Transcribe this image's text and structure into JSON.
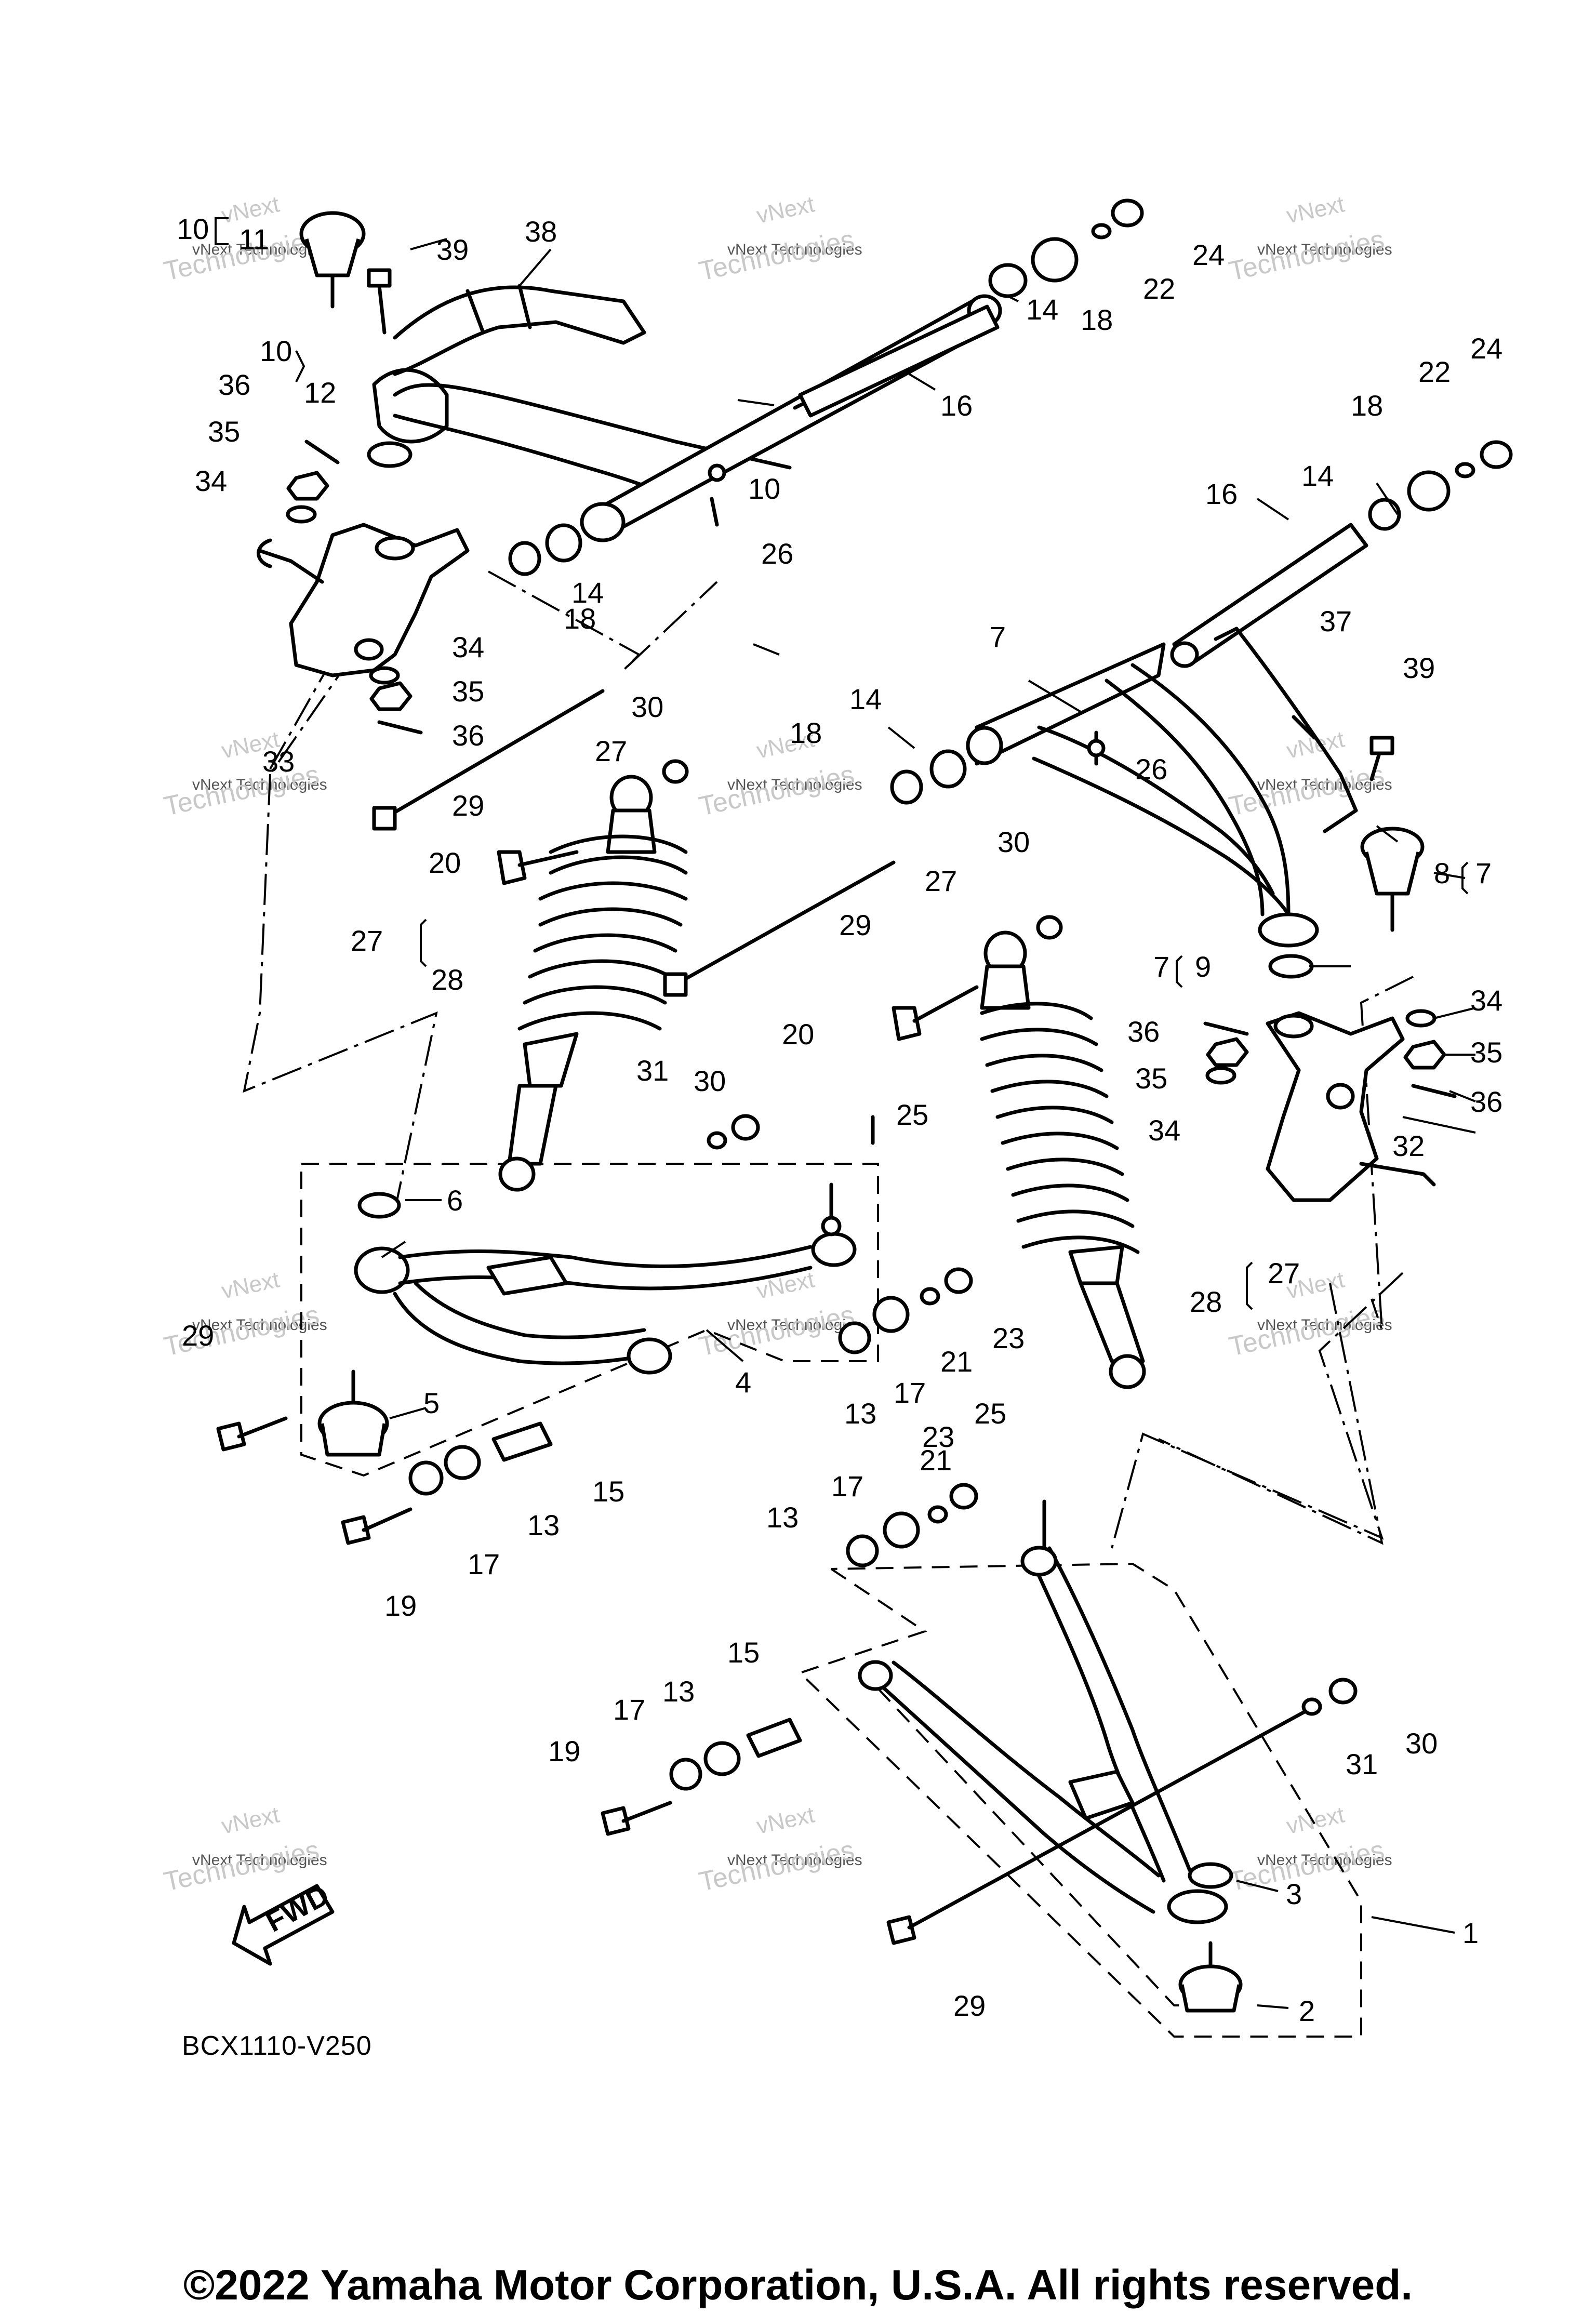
{
  "figure": {
    "code": "BCX1110-V250",
    "copyright": "©2022 Yamaha Motor Corporation, U.S.A. All rights reserved.",
    "fwd_label": "FWD"
  },
  "watermark": {
    "line1": "vNext",
    "line2": "vNext Technologies",
    "line3": "Technologies"
  },
  "callouts": [
    {
      "id": "c1",
      "text": "1"
    },
    {
      "id": "c2",
      "text": "2"
    },
    {
      "id": "c3",
      "text": "3"
    },
    {
      "id": "c4",
      "text": "4"
    },
    {
      "id": "c5",
      "text": "5"
    },
    {
      "id": "c6",
      "text": "6"
    },
    {
      "id": "c7a",
      "text": "7"
    },
    {
      "id": "c7b",
      "text": "7"
    },
    {
      "id": "c7c",
      "text": "7"
    },
    {
      "id": "c8",
      "text": "8"
    },
    {
      "id": "c9",
      "text": "9"
    },
    {
      "id": "c10a",
      "text": "10"
    },
    {
      "id": "c10b",
      "text": "10"
    },
    {
      "id": "c10c",
      "text": "10"
    },
    {
      "id": "c11",
      "text": "11"
    },
    {
      "id": "c12",
      "text": "12"
    },
    {
      "id": "c13a",
      "text": "13"
    },
    {
      "id": "c13b",
      "text": "13"
    },
    {
      "id": "c13c",
      "text": "13"
    },
    {
      "id": "c13d",
      "text": "13"
    },
    {
      "id": "c14a",
      "text": "14"
    },
    {
      "id": "c14b",
      "text": "14"
    },
    {
      "id": "c14c",
      "text": "14"
    },
    {
      "id": "c14d",
      "text": "14"
    },
    {
      "id": "c15a",
      "text": "15"
    },
    {
      "id": "c15b",
      "text": "15"
    },
    {
      "id": "c16a",
      "text": "16"
    },
    {
      "id": "c16b",
      "text": "16"
    },
    {
      "id": "c17a",
      "text": "17"
    },
    {
      "id": "c17b",
      "text": "17"
    },
    {
      "id": "c17c",
      "text": "17"
    },
    {
      "id": "c17d",
      "text": "17"
    },
    {
      "id": "c18a",
      "text": "18"
    },
    {
      "id": "c18b",
      "text": "18"
    },
    {
      "id": "c18c",
      "text": "18"
    },
    {
      "id": "c18d",
      "text": "18"
    },
    {
      "id": "c19a",
      "text": "19"
    },
    {
      "id": "c19b",
      "text": "19"
    },
    {
      "id": "c20a",
      "text": "20"
    },
    {
      "id": "c20b",
      "text": "20"
    },
    {
      "id": "c21a",
      "text": "21"
    },
    {
      "id": "c21b",
      "text": "21"
    },
    {
      "id": "c22a",
      "text": "22"
    },
    {
      "id": "c22b",
      "text": "22"
    },
    {
      "id": "c23a",
      "text": "23"
    },
    {
      "id": "c23b",
      "text": "23"
    },
    {
      "id": "c24a",
      "text": "24"
    },
    {
      "id": "c24b",
      "text": "24"
    },
    {
      "id": "c25a",
      "text": "25"
    },
    {
      "id": "c25b",
      "text": "25"
    },
    {
      "id": "c26a",
      "text": "26"
    },
    {
      "id": "c26b",
      "text": "26"
    },
    {
      "id": "c27a",
      "text": "27"
    },
    {
      "id": "c27b",
      "text": "27"
    },
    {
      "id": "c27c",
      "text": "27"
    },
    {
      "id": "c27d",
      "text": "27"
    },
    {
      "id": "c28a",
      "text": "28"
    },
    {
      "id": "c28b",
      "text": "28"
    },
    {
      "id": "c29a",
      "text": "29"
    },
    {
      "id": "c29b",
      "text": "29"
    },
    {
      "id": "c29c",
      "text": "29"
    },
    {
      "id": "c29d",
      "text": "29"
    },
    {
      "id": "c30a",
      "text": "30"
    },
    {
      "id": "c30b",
      "text": "30"
    },
    {
      "id": "c30c",
      "text": "30"
    },
    {
      "id": "c30d",
      "text": "30"
    },
    {
      "id": "c31a",
      "text": "31"
    },
    {
      "id": "c31b",
      "text": "31"
    },
    {
      "id": "c32",
      "text": "32"
    },
    {
      "id": "c33",
      "text": "33"
    },
    {
      "id": "c34a",
      "text": "34"
    },
    {
      "id": "c34b",
      "text": "34"
    },
    {
      "id": "c34c",
      "text": "34"
    },
    {
      "id": "c34d",
      "text": "34"
    },
    {
      "id": "c35a",
      "text": "35"
    },
    {
      "id": "c35b",
      "text": "35"
    },
    {
      "id": "c35c",
      "text": "35"
    },
    {
      "id": "c35d",
      "text": "35"
    },
    {
      "id": "c36a",
      "text": "36"
    },
    {
      "id": "c36b",
      "text": "36"
    },
    {
      "id": "c36c",
      "text": "36"
    },
    {
      "id": "c36d",
      "text": "36"
    },
    {
      "id": "c37",
      "text": "37"
    },
    {
      "id": "c38",
      "text": "38"
    },
    {
      "id": "c39a",
      "text": "39"
    },
    {
      "id": "c39b",
      "text": "39"
    }
  ]
}
